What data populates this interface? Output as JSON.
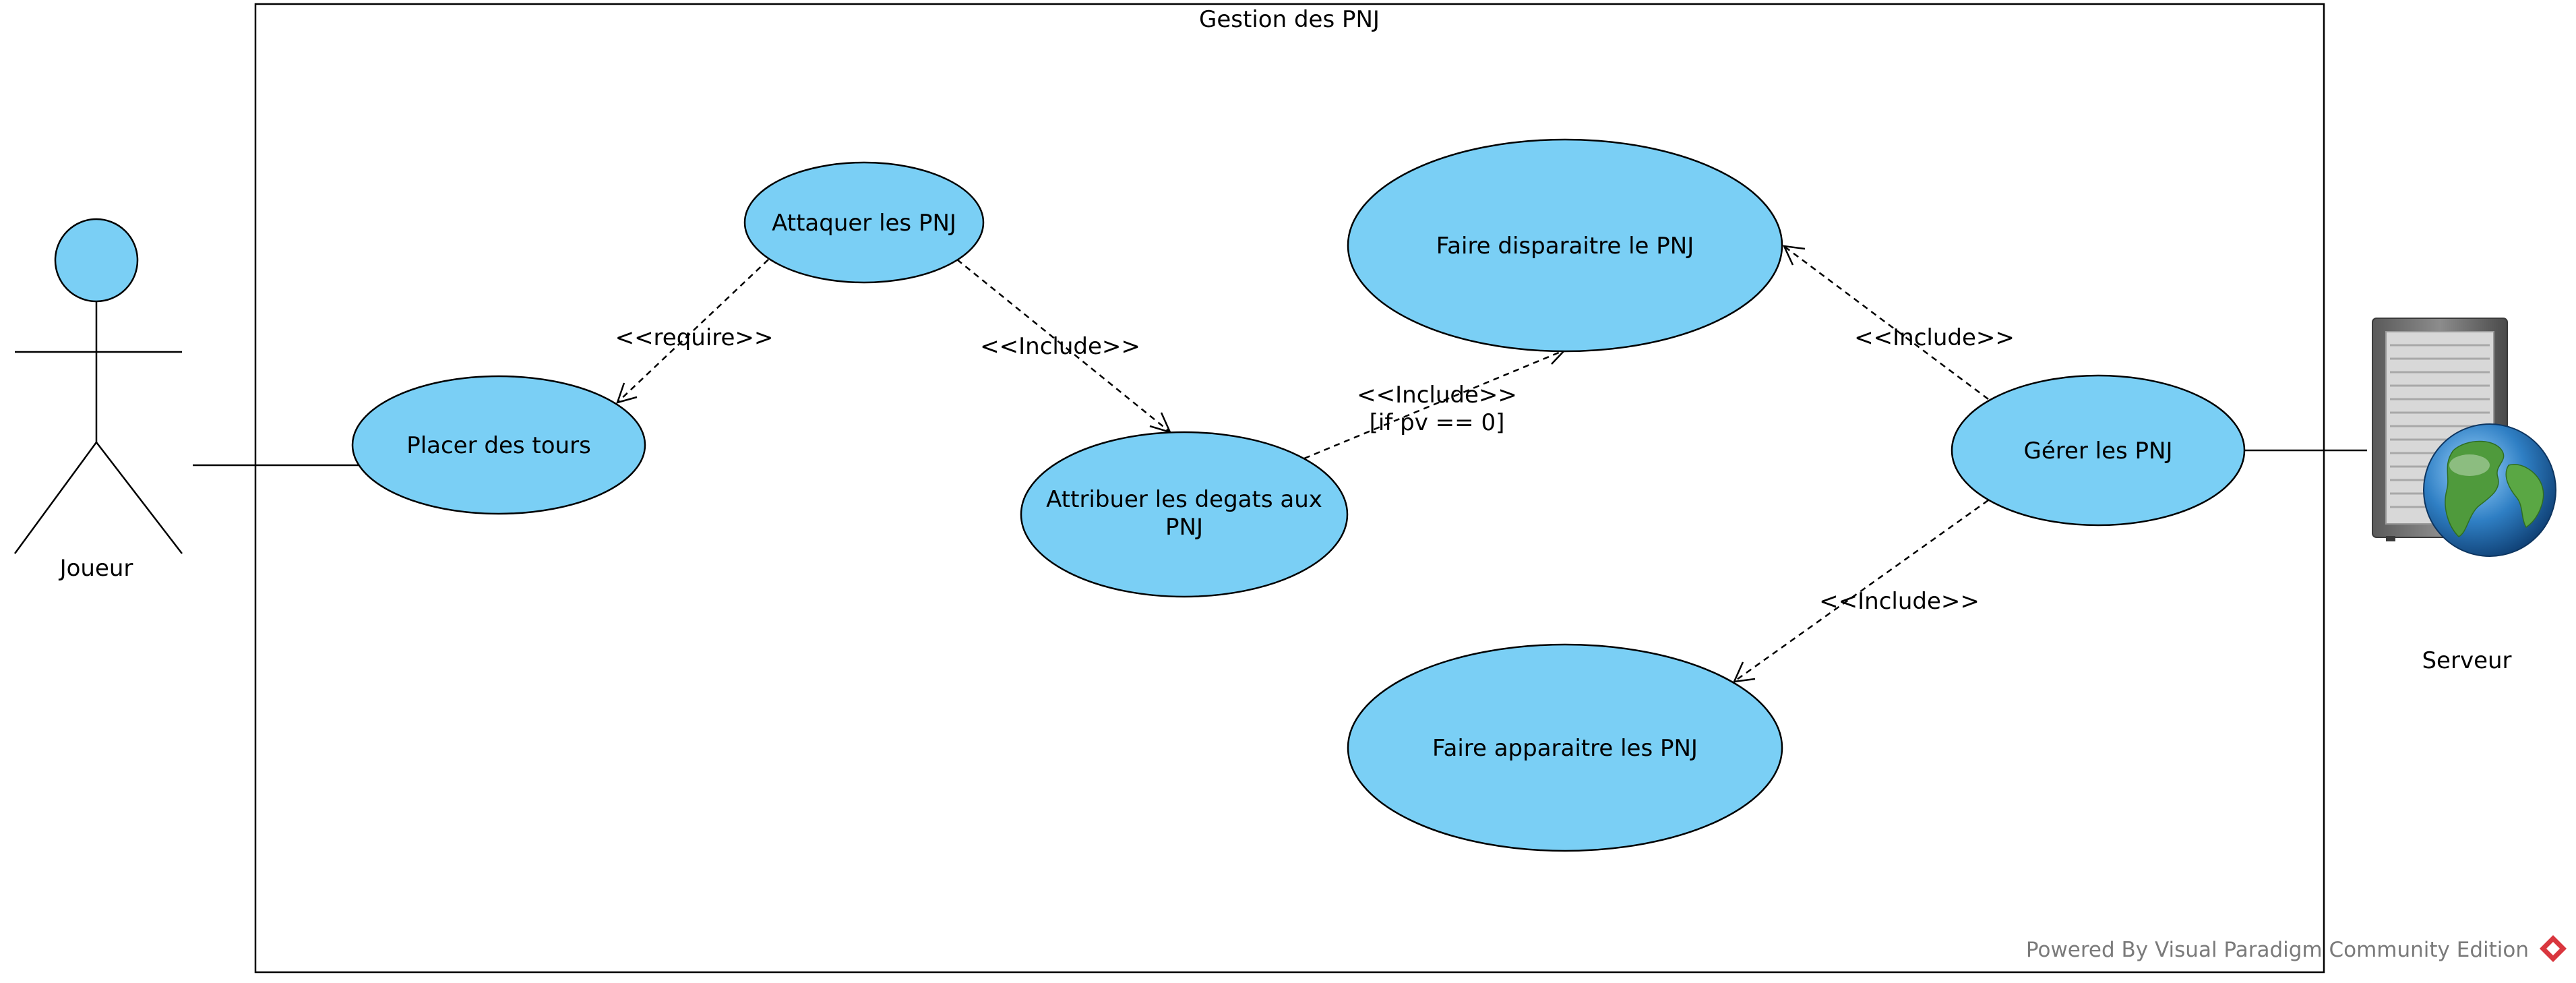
{
  "system": {
    "title": "Gestion des PNJ"
  },
  "actors": {
    "joueur": {
      "label": "Joueur",
      "icon": "stick-figure-actor",
      "color": "#7ACFF5"
    },
    "serveur": {
      "label": "Serveur",
      "icon": "server-globe-icon"
    }
  },
  "use_cases": {
    "attaquer": {
      "label": "Attaquer les PNJ"
    },
    "placer": {
      "label": "Placer des tours"
    },
    "attribuer": {
      "label_line1": "Attribuer les degats aux",
      "label_line2": "PNJ"
    },
    "disparaitre": {
      "label": "Faire disparaitre le PNJ"
    },
    "gerer": {
      "label": "Gérer les PNJ"
    },
    "apparaitre": {
      "label": "Faire apparaitre les PNJ"
    }
  },
  "relations": {
    "attaquer_placer": {
      "stereotype": "<<require>>"
    },
    "attaquer_attribuer": {
      "stereotype": "<<Include>>"
    },
    "attribuer_disparaitre": {
      "stereotype": "<<Include>>",
      "guard": "[if pv == 0]"
    },
    "gerer_disparaitre": {
      "stereotype": "<<Include>>"
    },
    "gerer_apparaitre": {
      "stereotype": "<<Include>>"
    }
  },
  "watermark": {
    "text": "Powered By Visual Paradigm Community Edition",
    "icon": "visual-paradigm-logo-icon"
  },
  "colors": {
    "use_case_fill": "#7ACFF5",
    "line": "#000000",
    "watermark": "#7a7a7a",
    "logo": "#d9363e"
  }
}
